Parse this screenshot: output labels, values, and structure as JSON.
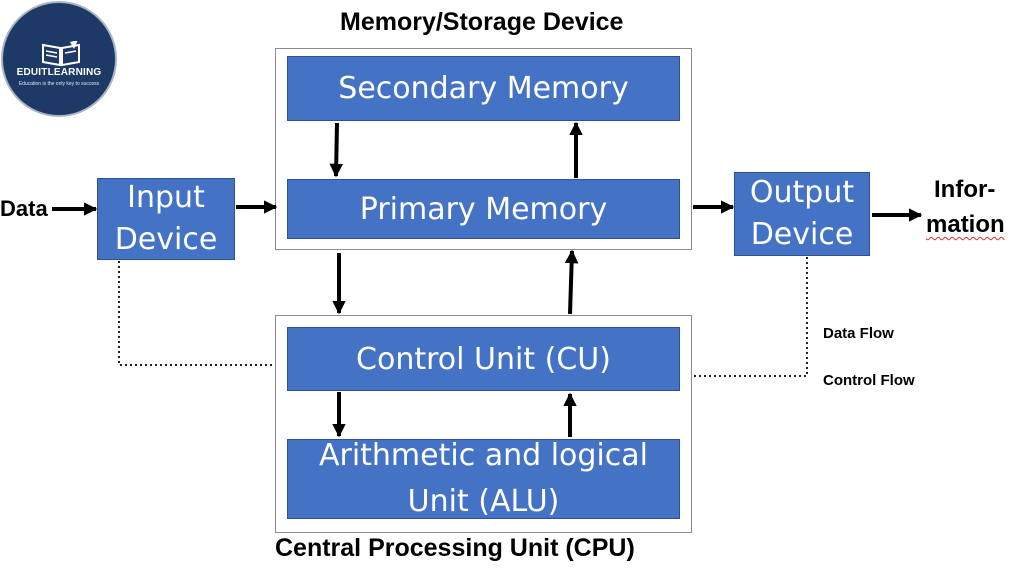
{
  "logo": {
    "name": "EDUITLEARNING",
    "tagline": "Education is the only key to success"
  },
  "headings": {
    "memory": "Memory/Storage Device",
    "cpu": "Central Processing Unit (CPU)"
  },
  "boxes": {
    "secondary": "Secondary Memory",
    "primary": "Primary Memory",
    "control": "Control Unit (CU)",
    "alu_line1": "Arithmetic and logical",
    "alu_line2": "Unit (ALU)",
    "input_line1": "Input",
    "input_line2": "Device",
    "output_line1": "Output",
    "output_line2": "Device"
  },
  "labels": {
    "data": "Data",
    "info_line1": "Infor-",
    "info_line2": "mation"
  },
  "legend": {
    "data_flow": "Data Flow",
    "control_flow": "Control Flow"
  },
  "colors": {
    "box_fill": "#4472c4",
    "box_border": "#2f528f",
    "logo_bg": "#1d3a66"
  }
}
